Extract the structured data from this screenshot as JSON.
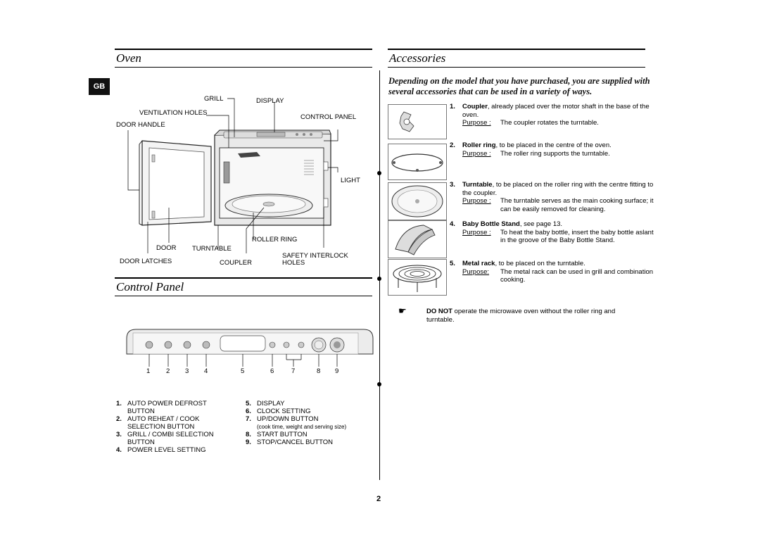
{
  "page": {
    "lang_badge": "GB",
    "page_number": "2"
  },
  "oven": {
    "title": "Oven",
    "labels": {
      "grill": "GRILL",
      "display": "DISPLAY",
      "ventilation_holes": "VENTILATION HOLES",
      "control_panel": "CONTROL PANEL",
      "door_handle": "DOOR HANDLE",
      "light": "LIGHT",
      "roller_ring": "ROLLER RING",
      "door": "DOOR",
      "turntable": "TURNTABLE",
      "safety_interlock": "SAFETY INTERLOCK",
      "holes": "HOLES",
      "door_latches": "DOOR LATCHES",
      "coupler": "COUPLER"
    }
  },
  "control_panel": {
    "title": "Control Panel",
    "numbers": [
      "1",
      "2",
      "3",
      "4",
      "5",
      "6",
      "7",
      "8",
      "9"
    ],
    "items_left": [
      {
        "num": "1.",
        "text": "AUTO POWER DEFROST BUTTON"
      },
      {
        "num": "2.",
        "text": "AUTO REHEAT / COOK SELECTION BUTTON"
      },
      {
        "num": "3.",
        "text": "GRILL / COMBI SELECTION BUTTON"
      },
      {
        "num": "4.",
        "text": "POWER LEVEL SETTING"
      }
    ],
    "items_right": [
      {
        "num": "5.",
        "text": "DISPLAY"
      },
      {
        "num": "6.",
        "text": "CLOCK SETTING"
      },
      {
        "num": "7.",
        "text": "UP/DOWN BUTTON",
        "note": "(cook time, weight and serving size)"
      },
      {
        "num": "8.",
        "text": "START BUTTON"
      },
      {
        "num": "9.",
        "text": "STOP/CANCEL BUTTON"
      }
    ]
  },
  "accessories": {
    "title": "Accessories",
    "intro": "Depending on the model that you have purchased, you are supplied with several accessories that can be used in a variety of ways.",
    "purpose_label": "Purpose :",
    "items": [
      {
        "num": "1.",
        "name": "Coupler",
        "desc": ", already placed over the motor shaft in the base of the oven.",
        "purpose_label": "Purpose :",
        "purpose": "The coupler rotates the turntable.",
        "icon": "coupler-icon"
      },
      {
        "num": "2.",
        "name": "Roller ring",
        "desc": ", to be placed in the centre of the oven.",
        "purpose_label": "Purpose :",
        "purpose": "The roller ring supports the turntable.",
        "icon": "roller-ring-icon"
      },
      {
        "num": "3.",
        "name": "Turntable",
        "desc": ", to be placed on the roller ring with the centre fitting to the coupler.",
        "purpose_label": "Purpose :",
        "purpose": "The turntable serves as the main cooking surface; it can be easily removed for cleaning.",
        "icon": "turntable-icon"
      },
      {
        "num": "4.",
        "name": "Baby Bottle Stand",
        "desc": ",  see page 13.",
        "purpose_label": "Purpose :",
        "purpose": "To heat the baby bottle, insert the baby bottle aslant in the groove of the Baby Bottle Stand.",
        "icon": "baby-bottle-stand-icon"
      },
      {
        "num": "5.",
        "name": "Metal rack",
        "desc": ", to be placed on the turntable.",
        "purpose_label": "Purpose:",
        "purpose": "The metal rack can be used in grill and combination cooking.",
        "icon": "metal-rack-icon"
      }
    ],
    "note": {
      "icon": "pointing-hand-icon",
      "bold": "DO NOT",
      "text": " operate the microwave oven without the roller ring and turntable."
    }
  }
}
